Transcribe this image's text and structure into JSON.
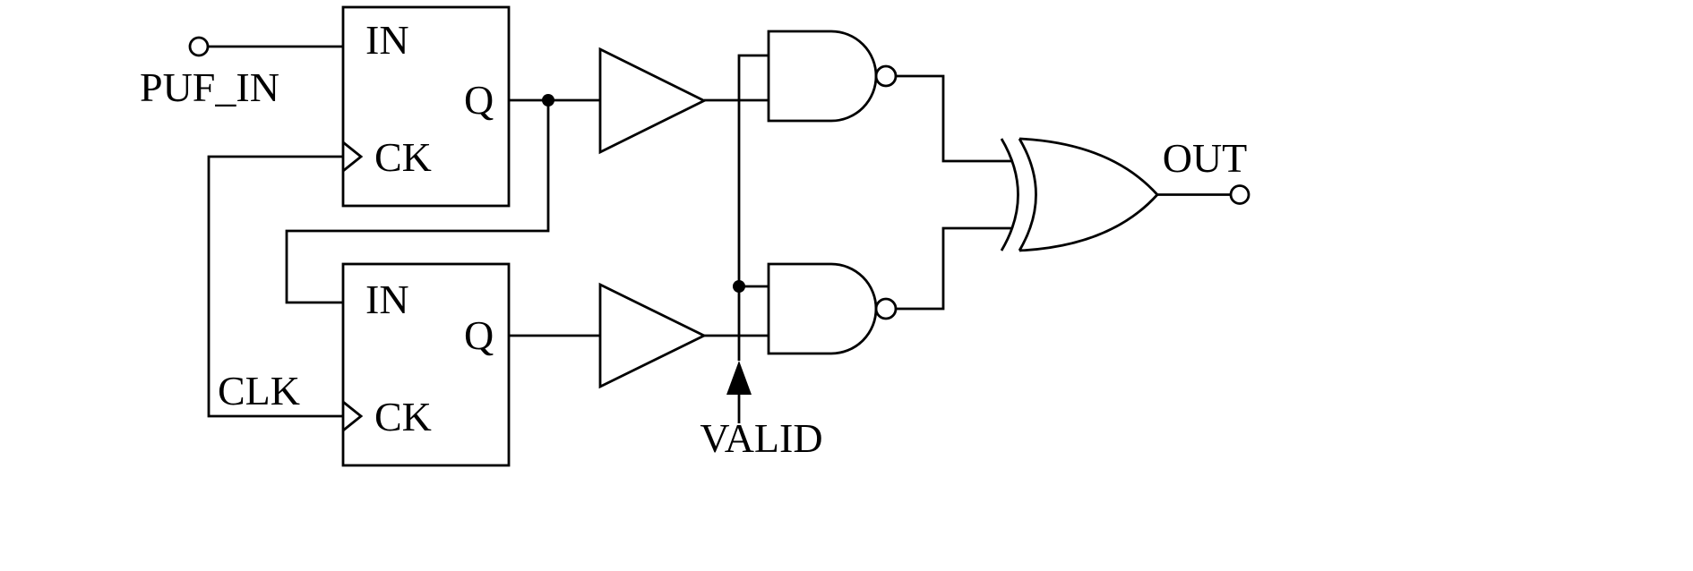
{
  "diagram": {
    "type": "logic-circuit-schematic",
    "labels": {
      "puf_in": "PUF_IN",
      "clk": "CLK",
      "valid": "VALID",
      "out": "OUT"
    },
    "flipflop_top": {
      "in": "IN",
      "q": "Q",
      "ck": "CK"
    },
    "flipflop_bottom": {
      "in": "IN",
      "q": "Q",
      "ck": "CK"
    },
    "colors": {
      "stroke": "#000000",
      "background": "#ffffff"
    }
  }
}
